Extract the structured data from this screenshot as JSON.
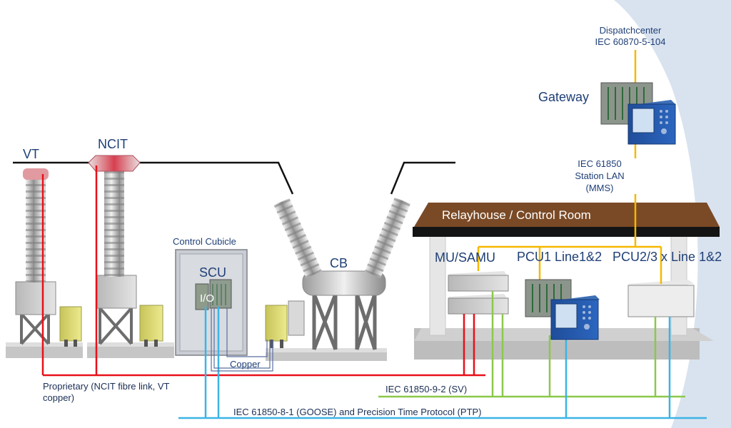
{
  "labels": {
    "dispatch_line1": "Dispatchcenter",
    "dispatch_line2": "IEC 60870-5-104",
    "gateway": "Gateway",
    "station_lan_line1": "IEC 61850",
    "station_lan_line2": "Station LAN",
    "station_lan_line3": "(MMS)",
    "vt": "VT",
    "ncit": "NCIT",
    "control_cubicle": "Control Cubicle",
    "scu": "SCU",
    "io": "I/O",
    "copper": "Copper",
    "cb": "CB",
    "relayhouse": "Relayhouse / Control Room",
    "mu_samu": "MU/SAMU",
    "pcu1": "PCU1 Line1&2",
    "pcu23": "PCU2/3 x Line 1&2",
    "proprietary_line1": "Proprietary (NCIT fibre link, VT",
    "proprietary_line2": "copper)",
    "sv_bus": "IEC 61850-9-2 (SV)",
    "goose_bus": "IEC 61850-8-1 (GOOSE) and Precision Time Protocol (PTP)"
  },
  "colors": {
    "proprietary": "#e8101a",
    "station_lan": "#f5b800",
    "sv": "#8cc84b",
    "goose": "#3cb4e6",
    "roof": "#7a4a26",
    "text": "#1f3f77"
  }
}
